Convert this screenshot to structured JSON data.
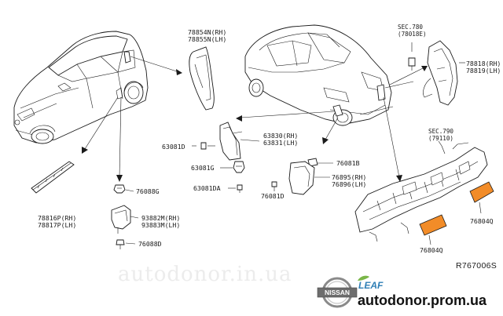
{
  "diagram": {
    "part_labels": {
      "l78854": "78854N(RH)",
      "l78855": "78855N(LH)",
      "l78816": "78816P(RH)",
      "l78817": "78817P(LH)",
      "l76088g": "76088G",
      "l93882": "93882M(RH)",
      "l93883": "93883M(LH)",
      "l76088d": "76088D",
      "l63081d": "63081D",
      "l63830": "63830(RH)",
      "l63831": "63831(LH)",
      "l63081g": "63081G",
      "l63081da": "63081DA",
      "l76081b": "76081B",
      "l76895": "76895(RH)",
      "l76896": "76896(LH)",
      "l76081d": "76081D",
      "sec780": "SEC.780",
      "sec780sub": "(78018E)",
      "l78818": "78818(RH)",
      "l78819": "78819(LH)",
      "sec790": "SEC.790",
      "sec790sub": "(79110)",
      "l76804q_right": "76804Q",
      "l76804q_bottom": "76804Q"
    },
    "reference_code": "R767006S"
  },
  "watermark": {
    "text": "autodonor.in.ua"
  },
  "footer": {
    "brand": "NISSAN",
    "model": "LEAF",
    "website": "autodonor.prom.ua"
  },
  "colors": {
    "line": "#1a1a1a",
    "highlight_part": "#f28c28",
    "leaf_blue": "#2f7fb5",
    "watermark": "#ececec"
  }
}
